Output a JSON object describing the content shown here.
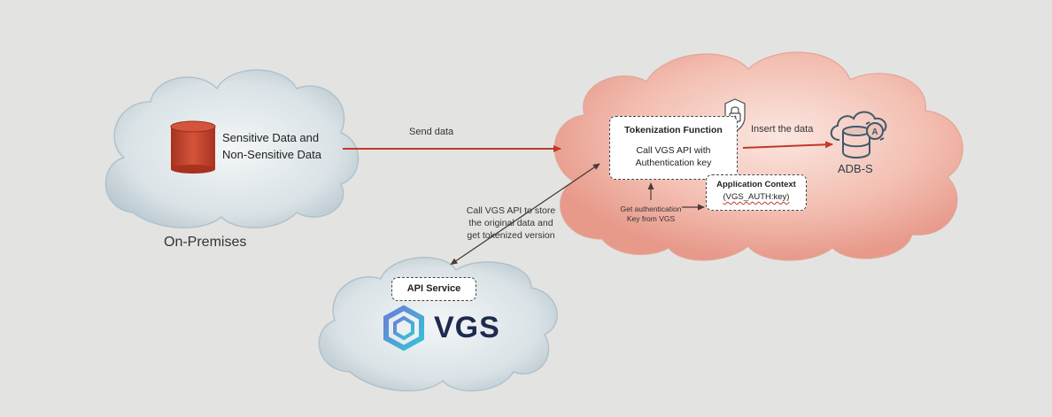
{
  "onprem": {
    "db_label_line1": "Sensitive Data and",
    "db_label_line2": "Non-Sensitive Data",
    "caption": "On-Premises"
  },
  "arrows": {
    "send_data": "Send data",
    "insert_data": "Insert the data",
    "vgs_call_line1": "Call VGS API to store",
    "vgs_call_line2": "the original data and",
    "vgs_call_line3": "get tokenized version",
    "auth_line1": "Get authentication",
    "auth_line2": "Key from VGS"
  },
  "oci": {
    "tokenization_title": "Tokenization Function",
    "tokenization_line1": "Call VGS API with",
    "tokenization_line2": "Authentication key",
    "app_context_title": "Application Context",
    "app_context_value": "(VGS_AUTH:key)",
    "adb_label": "ADB-S"
  },
  "vgs": {
    "api_service": "API Service",
    "logo_text": "VGS"
  },
  "colors": {
    "background": "#e3e4e2",
    "arrow_red": "#c0392b",
    "db_red": "#c9442d",
    "cloud_blue": "#c4d1d8",
    "cloud_salmon": "#eea99c"
  },
  "icons": [
    "database-icon",
    "lock-icon",
    "adb-cloud-icon",
    "vgs-logo-icon"
  ]
}
